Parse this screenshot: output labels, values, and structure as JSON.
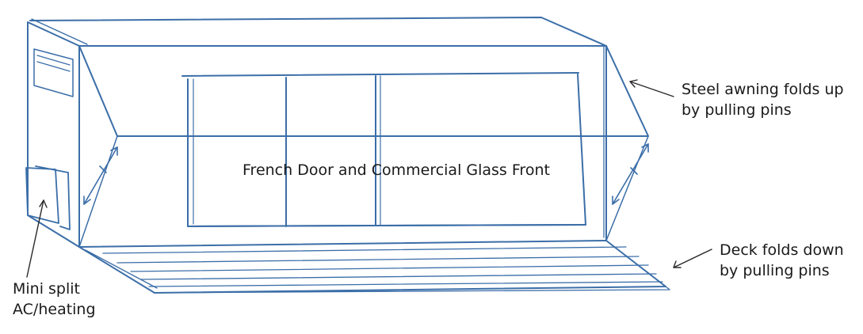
{
  "labels": {
    "center": "French Door and Commercial Glass Front",
    "awning_line1": "Steel awning folds up",
    "awning_line2": "by pulling pins",
    "deck_line1": "Deck folds down",
    "deck_line2": "by pulling pins",
    "ac_line1": "Mini split",
    "ac_line2": "AC/heating"
  },
  "colors": {
    "sketch": "#3b6ea8",
    "arrow": "#2a2a2a",
    "text": "#1a1a1a"
  }
}
